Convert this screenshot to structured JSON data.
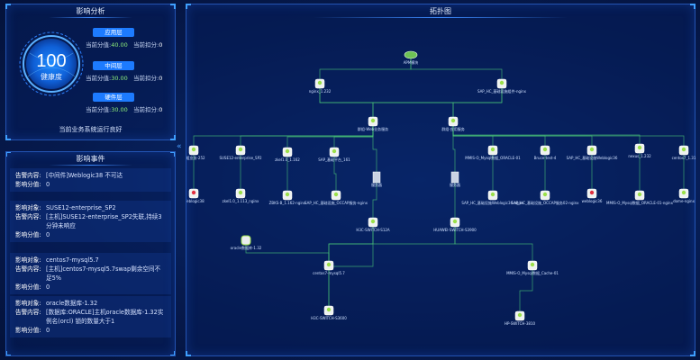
{
  "impact": {
    "title": "影响分析",
    "score": "100",
    "score_label": "健康度",
    "layers": [
      {
        "name": "应用层",
        "current_score_label": "当前分值:",
        "current_score": "40.00",
        "deduct_label": "当前扣分:",
        "deduct": "0"
      },
      {
        "name": "中间层",
        "current_score_label": "当前分值:",
        "current_score": "30.00",
        "deduct_label": "当前扣分:",
        "deduct": "0"
      },
      {
        "name": "硬件层",
        "current_score_label": "当前分值:",
        "current_score": "30.00",
        "deduct_label": "当前扣分:",
        "deduct": "0"
      }
    ],
    "status": "当前业务系统运行良好"
  },
  "events": {
    "title": "影响事件",
    "items": [
      {
        "rows": [
          {
            "key": "告警内容:",
            "value": "[中间件]Weblogic38 不可达"
          },
          {
            "key": "影响分值:",
            "value": "0"
          }
        ]
      },
      {
        "rows": [
          {
            "key": "影响对象:",
            "value": "SUSE12-enterprise_SP2"
          },
          {
            "key": "告警内容:",
            "value": "[主机]SUSE12-enterprise_SP2失联,持续3分钟未响应"
          },
          {
            "key": "影响分值:",
            "value": "0"
          }
        ]
      },
      {
        "rows": [
          {
            "key": "影响对象:",
            "value": "centos7-mysql5.7"
          },
          {
            "key": "告警内容:",
            "value": "[主机]centos7-mysql5.7swap剩余空间不足5%"
          },
          {
            "key": "影响分值:",
            "value": "0"
          }
        ]
      },
      {
        "rows": [
          {
            "key": "影响对象:",
            "value": "oracle数据库-1.32"
          },
          {
            "key": "告警内容:",
            "value": "[数据库:ORACLE]主机oracle数据库-1.32实例名(orcl) 锁的数量大于1"
          },
          {
            "key": "影响分值:",
            "value": "0"
          }
        ]
      }
    ]
  },
  "topology": {
    "title": "拓扑图",
    "nodes": {
      "apm": "APM模块",
      "nginx1": "nginx_1.232",
      "sapnginx": "SAP_HC_基础设施组件-nginx",
      "g1": "群组-Web业务服务",
      "g2": "群组-应用服务",
      "r1": "群组业务-252",
      "r2": "SUSE12-enterprise_SP2",
      "r3": "zkel1.0_1.162",
      "r4": "SAP_基础平台_161",
      "r5": "MMIS-O_Mysql数据_ORACLE-01",
      "r6": "Bruce-test-4",
      "r7": "SAP_HC_基础设施Weblogic36",
      "r8": "nexus_1.232",
      "r9": "centos7_1.31",
      "b1": "Weblogic38",
      "b2": "zkel1.0_1.113_nginx",
      "b3": "ZBKS-B_1.162-nginx",
      "b4": "SAP_HC_基础设施_OCCAP服务-nginx",
      "b5": "SAP_HC_基础设施Weblogic36-nginx",
      "b6": "SAP_HC_基础设施_OCCAP服务02-nginx",
      "b7": "weblogic36",
      "b8": "MMIS-O_Mysql数据_ORACLE-01-nginx",
      "b9": "dome-nginx",
      "sv1": "服务器",
      "sv2": "服务器",
      "h3c1": "H3C-SWITCH-S12A",
      "hw": "HUAWEI-SWITCH-S3900",
      "ora": "oracle数据库-1.32",
      "cent": "centos7-mysql5.7",
      "mmis": "MMIS-O_Mysql数据_Cache-01",
      "h3c2": "H3C-SWITCH-S3600",
      "hp": "HP-SWITCH-3810"
    }
  },
  "colors": {
    "accent": "#1d7bff",
    "good": "#8ff07a",
    "node_ok": "#9be04a",
    "node_err": "#e03040",
    "link": "#4fd17a"
  }
}
